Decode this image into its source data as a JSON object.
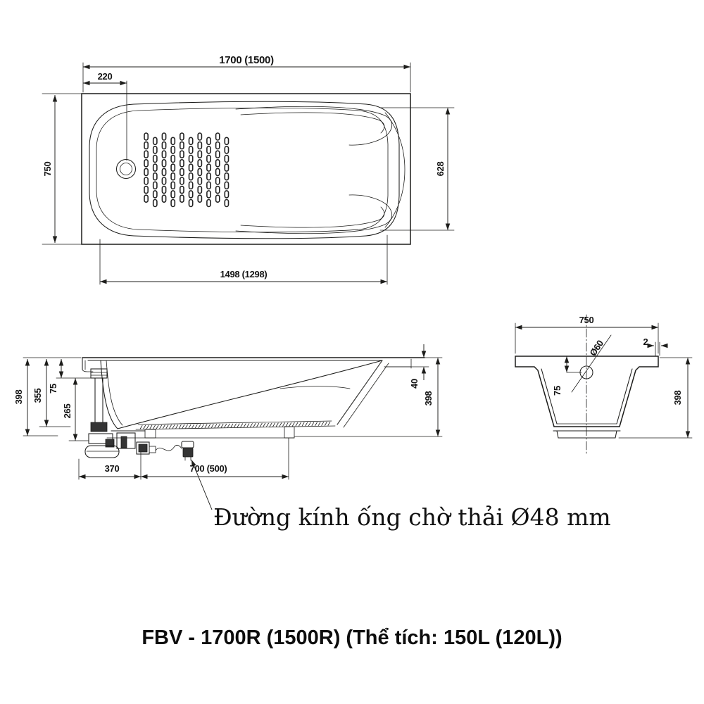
{
  "meta": {
    "line_color": "#1d1d1b",
    "background_color": "#ffffff"
  },
  "top_view": {
    "dim_length_overall": "1700 (1500)",
    "dim_drain_offset": "220",
    "dim_width_overall": "750",
    "dim_inner_width": "628",
    "dim_inner_length": "1498 (1298)"
  },
  "side_view": {
    "dim_height_left": "398",
    "dim_inner_height": "355",
    "dim_overflow_depth": "75",
    "dim_drain_drop": "265",
    "dim_trap_span": "370",
    "dim_pipe_span": "700 (500)",
    "dim_rim_lip": "40",
    "dim_height_right": "398"
  },
  "end_view": {
    "dim_width": "750",
    "dim_rim_edge": "2",
    "dim_overflow_hole": "Ø60",
    "dim_overflow_depth": "75",
    "dim_height": "398"
  },
  "callout": {
    "text": "Đường kính ống chờ thải Ø48 mm"
  },
  "caption": {
    "text": "FBV - 1700R (1500R) (Thể tích: 150L (120L))"
  }
}
